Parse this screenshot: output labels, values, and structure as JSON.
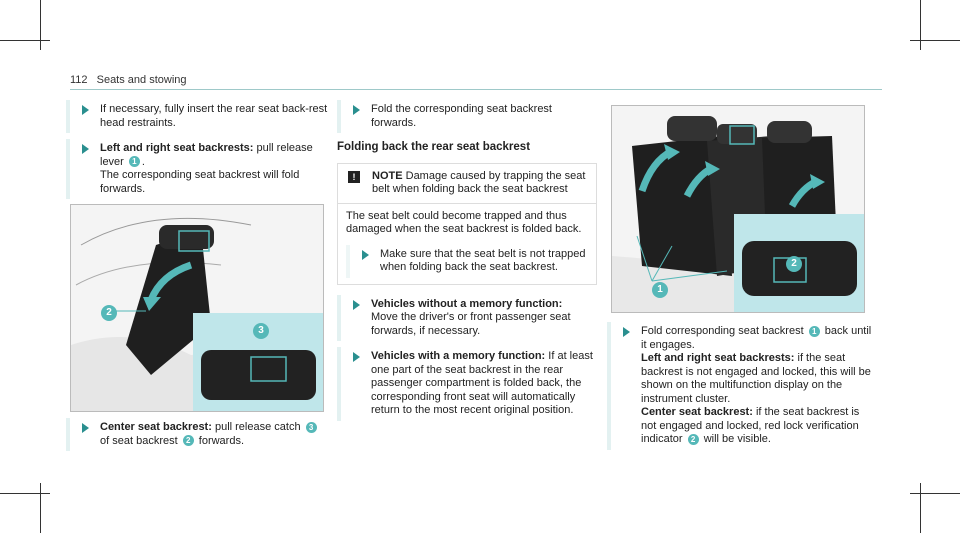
{
  "header": {
    "page_number": "112",
    "section": "Seats and stowing"
  },
  "col1": {
    "step1": "If necessary, fully insert the rear seat back-rest head restraints.",
    "step2_bold": "Left and right seat backrests:",
    "step2_text": "pull release lever",
    "step2_badge": "1",
    "step2_tail": "The corresponding seat backrest will fold forwards.",
    "step3_bold": "Center seat backrest:",
    "step3_text": "pull release catch",
    "step3_badge_a": "3",
    "step3_mid": "of seat backrest",
    "step3_badge_b": "2",
    "step3_tail": "forwards.",
    "illus_badges": [
      "2",
      "3"
    ]
  },
  "col2": {
    "step1": "Fold the corresponding seat backrest forwards.",
    "section_title": "Folding back the rear seat backrest",
    "note_label": "NOTE",
    "note_head": "Damage caused by trapping the seat belt when folding back the seat backrest",
    "note_body": "The seat belt could become trapped and thus damaged when the seat backrest is folded back.",
    "note_step": "Make sure that the seat belt is not trapped when folding back the seat backrest.",
    "step2_bold": "Vehicles without a memory function:",
    "step2_text": "Move the driver's or front passenger seat forwards, if necessary.",
    "step3_bold": "Vehicles with a memory function:",
    "step3_text": "If at least one part of the seat backrest in the rear passenger compartment is folded back, the corresponding front seat will automatically return to the most recent original position."
  },
  "col3": {
    "illus_badges": [
      "1",
      "2"
    ],
    "step1_a": "Fold corresponding seat backrest",
    "step1_badge": "1",
    "step1_b": "back until it engages.",
    "lr_bold": "Left and right seat backrests:",
    "lr_text": "if the seat backrest is not engaged and locked, this will be shown on the multifunction display on the instrument cluster.",
    "c_bold": "Center seat backrest:",
    "c_text_a": "if the seat backrest is not engaged and locked, red lock verification indicator",
    "c_badge": "2",
    "c_text_b": "will be visible."
  },
  "colors": {
    "accent": "#55b8b8",
    "rule": "#9ec9c9",
    "inset": "#bfe6ea"
  }
}
